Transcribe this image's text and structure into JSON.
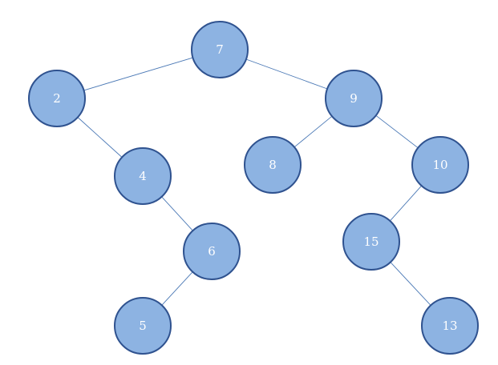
{
  "diagram": {
    "nodes": [
      {
        "id": "n7",
        "label": "7"
      },
      {
        "id": "n2",
        "label": "2"
      },
      {
        "id": "n9",
        "label": "9"
      },
      {
        "id": "n4",
        "label": "4"
      },
      {
        "id": "n8",
        "label": "8"
      },
      {
        "id": "n10",
        "label": "10"
      },
      {
        "id": "n6",
        "label": "6"
      },
      {
        "id": "n15",
        "label": "15"
      },
      {
        "id": "n5",
        "label": "5"
      },
      {
        "id": "n13",
        "label": "13"
      }
    ],
    "edges": [
      {
        "from": "n7",
        "to": "n2"
      },
      {
        "from": "n7",
        "to": "n9"
      },
      {
        "from": "n2",
        "to": "n4"
      },
      {
        "from": "n4",
        "to": "n6"
      },
      {
        "from": "n6",
        "to": "n5"
      },
      {
        "from": "n9",
        "to": "n8"
      },
      {
        "from": "n9",
        "to": "n10"
      },
      {
        "from": "n10",
        "to": "n15"
      },
      {
        "from": "n15",
        "to": "n13"
      }
    ],
    "colors": {
      "node_fill": "#8db3e2",
      "node_stroke": "#2f528f",
      "edge": "#4a78b5",
      "label": "#ffffff"
    }
  }
}
